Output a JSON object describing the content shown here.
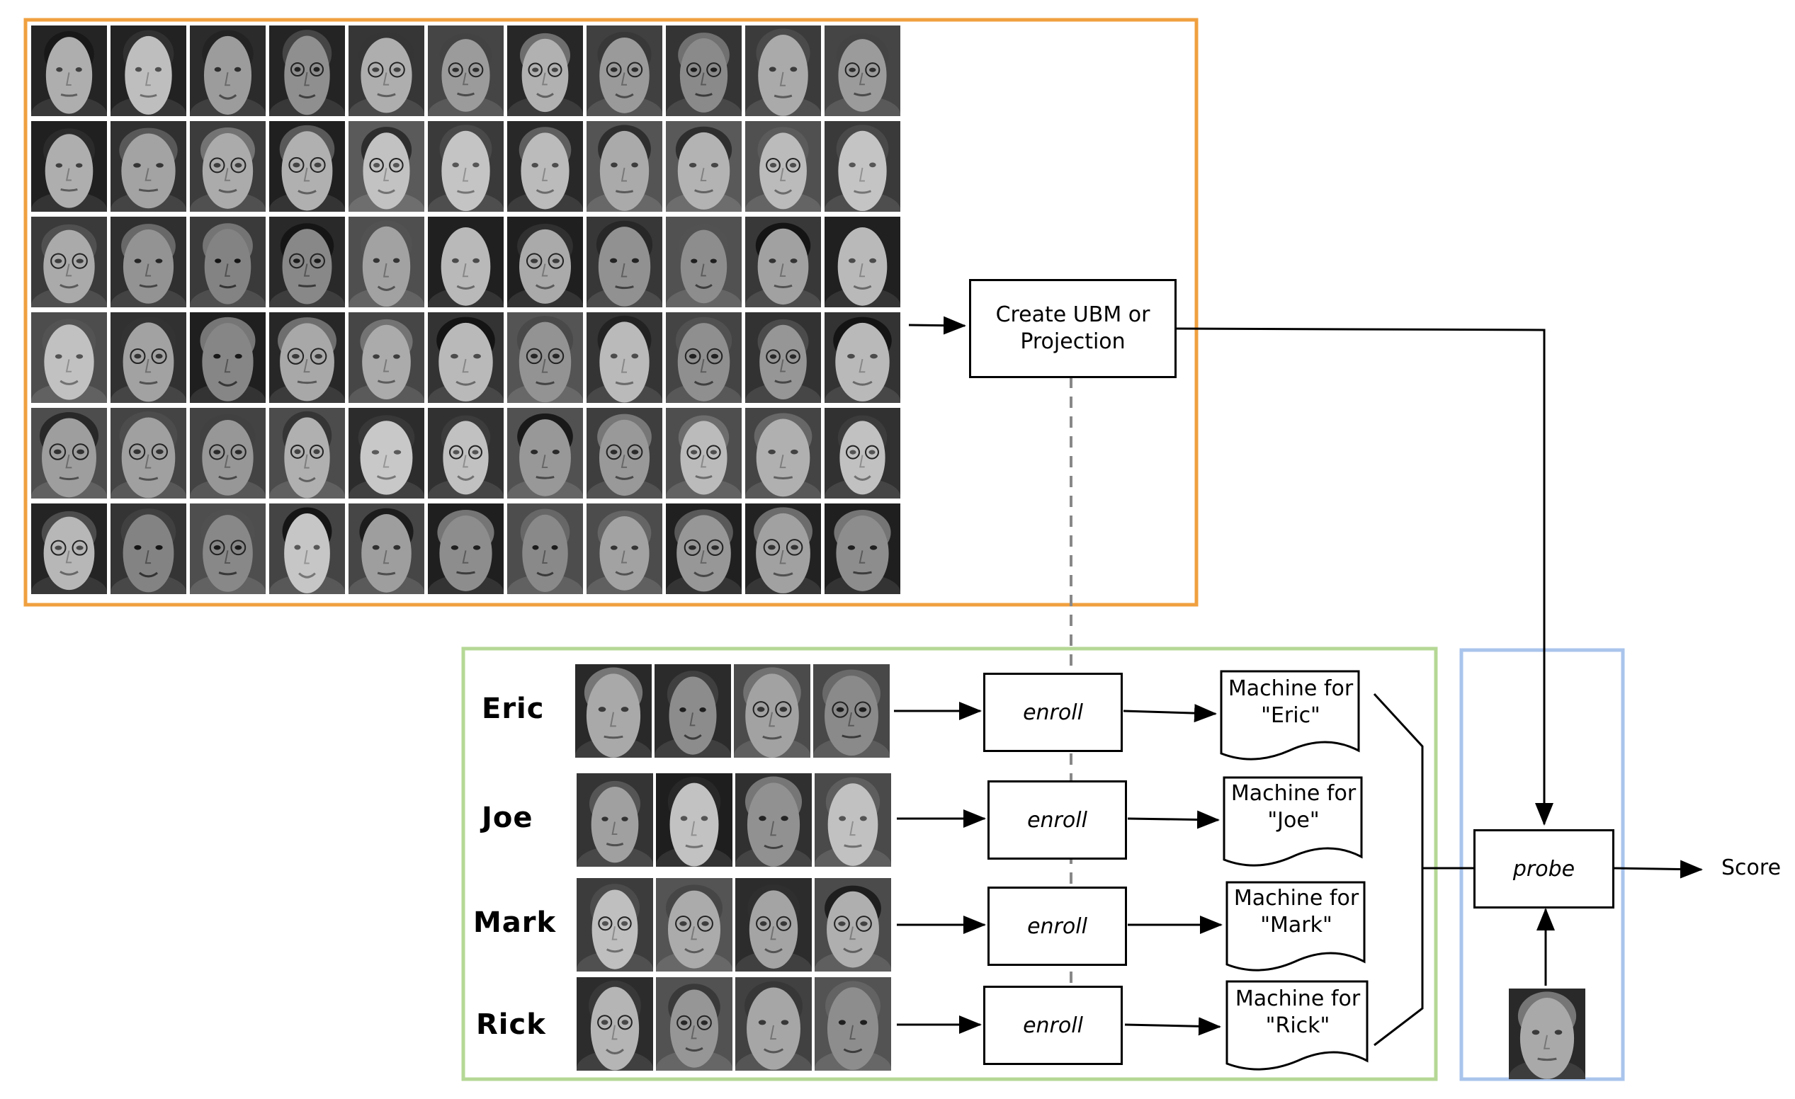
{
  "colors": {
    "training_border": "#f0a040",
    "enrollment_border": "#b5d896",
    "probing_border": "#a9c4ec",
    "line": "#000000",
    "dashed_line": "#888888"
  },
  "training_faces": {
    "rows": 6,
    "columns": 11,
    "description_icon": "face-photo"
  },
  "ubm": {
    "line1": "Create UBM or",
    "line2": "Projection"
  },
  "enrollment": [
    {
      "name": "Eric",
      "enroll_label": "enroll",
      "machine_line1": "Machine for",
      "machine_line2": "\"Eric\""
    },
    {
      "name": "Joe",
      "enroll_label": "enroll",
      "machine_line1": "Machine for",
      "machine_line2": "\"Joe\""
    },
    {
      "name": "Mark",
      "enroll_label": "enroll",
      "machine_line1": "Machine for",
      "machine_line2": "\"Mark\""
    },
    {
      "name": "Rick",
      "enroll_label": "enroll",
      "machine_line1": "Machine for",
      "machine_line2": "\"Rick\""
    }
  ],
  "probe": {
    "label": "probe"
  },
  "score": {
    "label": "Score"
  }
}
